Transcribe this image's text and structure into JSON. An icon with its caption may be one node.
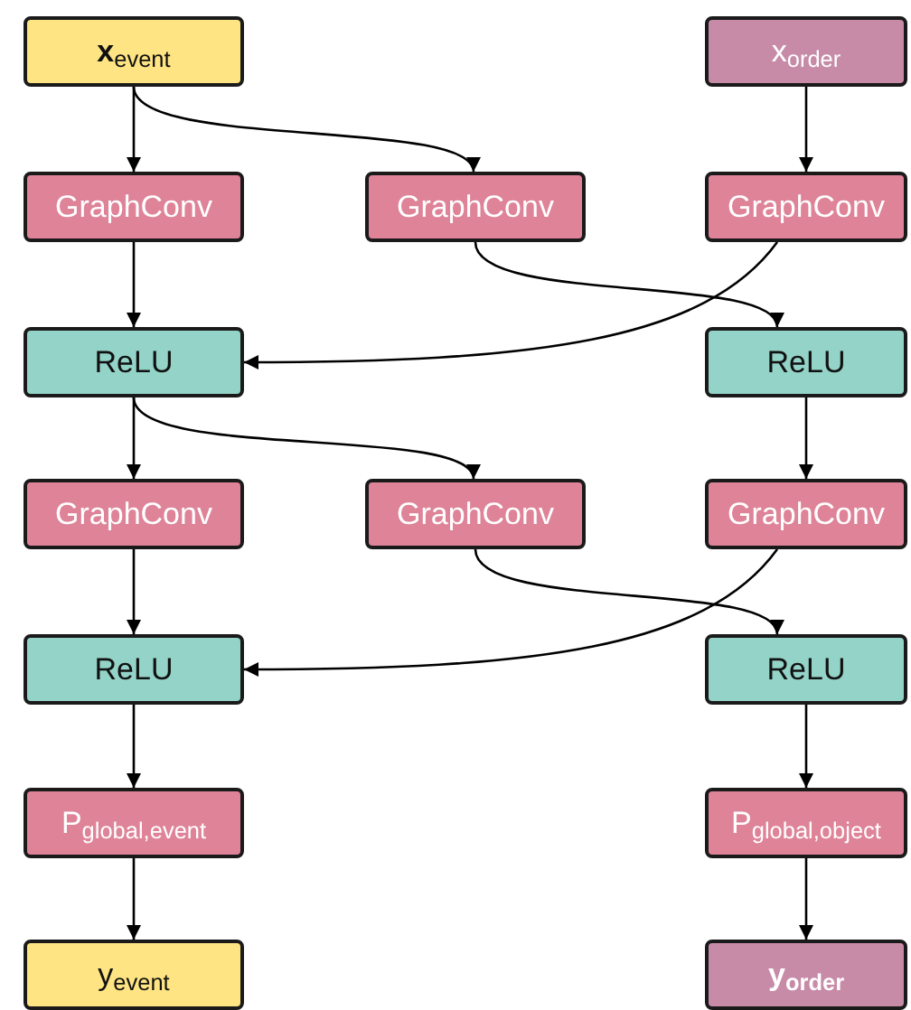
{
  "diagram": {
    "nodes": [
      {
        "text": [
          "**x**$_{event}$"
        ]
      },
      {
        "text": [
          "x$_{order}$"
        ]
      },
      {
        "text": [
          "GraphConv"
        ]
      },
      {
        "text": [
          "GraphConv"
        ]
      },
      {
        "text": [
          "GraphConv"
        ]
      },
      {
        "text": [
          "ReLU"
        ]
      },
      {
        "text": [
          "ReLU"
        ]
      },
      {
        "text": [
          "GraphConv"
        ]
      },
      {
        "text": [
          "GraphConv"
        ]
      },
      {
        "text": [
          "GraphConv"
        ]
      },
      {
        "text": [
          "ReLU"
        ]
      },
      {
        "text": [
          "ReLU"
        ]
      },
      {
        "text": [
          "P$_{global,event}$"
        ]
      },
      {
        "text": [
          "P$_{global,object}$"
        ]
      },
      {
        "text": [
          "y$_{event}$"
        ]
      },
      {
        "text": [
          "y$_{order}$"
        ]
      }
    ],
    "edges": [
      {
        "from": 0,
        "to": 2,
        "arrow": "to"
      },
      {
        "from": 0,
        "to": 3,
        "arrow": "to"
      },
      {
        "from": 1,
        "to": 4,
        "arrow": "to"
      },
      {
        "from": 2,
        "to": 5,
        "arrow": "to"
      },
      {
        "from": 4,
        "to": 5,
        "arrow": "to"
      },
      {
        "from": 3,
        "to": 6,
        "arrow": "to"
      },
      {
        "from": 5,
        "to": 7,
        "arrow": "to"
      },
      {
        "from": 5,
        "to": 8,
        "arrow": "to"
      },
      {
        "from": 6,
        "to": 9,
        "arrow": "to"
      },
      {
        "from": 7,
        "to": 10,
        "arrow": "to"
      },
      {
        "from": 9,
        "to": 10,
        "arrow": "to"
      },
      {
        "from": 8,
        "to": 11,
        "arrow": "to"
      },
      {
        "from": 10,
        "to": 12,
        "arrow": "to"
      },
      {
        "from": 11,
        "to": 13,
        "arrow": "to"
      },
      {
        "from": 12,
        "to": 14,
        "arrow": "to"
      },
      {
        "from": 13,
        "to": 15,
        "arrow": "to"
      }
    ]
  }
}
